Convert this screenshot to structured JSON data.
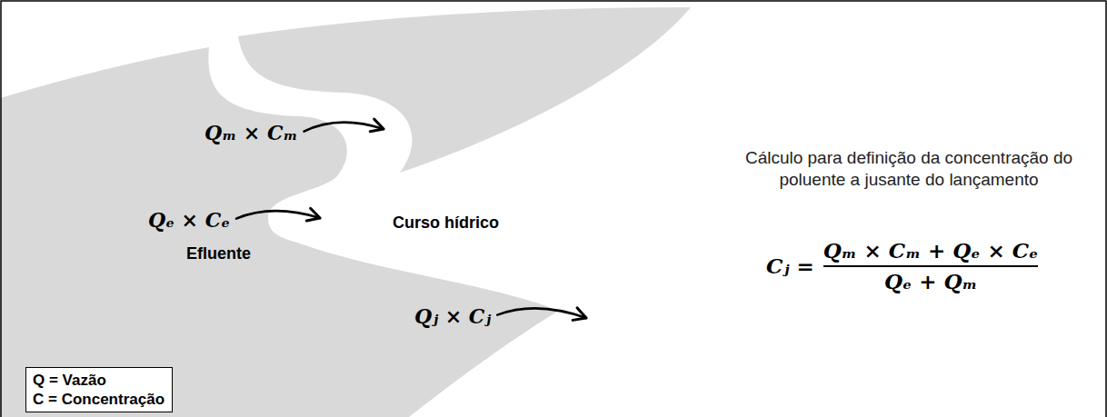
{
  "diagram": {
    "nodes": [
      {
        "text": [
          "Q = Vazão",
          "C = Concentração"
        ]
      }
    ],
    "labels": [
      "Qₘ × Cₘ",
      "Qₑ × Cₑ",
      "Efluente",
      "Curso hídrico",
      "Qⱼ × Cⱼ",
      "Cálculo para definição da concentração do poluente a jusante do lançamento",
      "Cⱼ =",
      "Qₘ × Cₘ + Qₑ × Cₑ",
      "Qₑ + Qₘ"
    ]
  }
}
